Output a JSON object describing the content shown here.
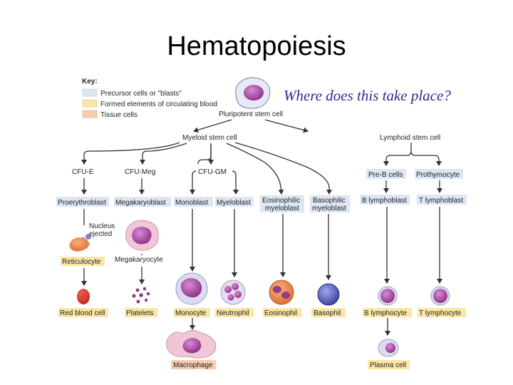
{
  "slide": {
    "title": "Hematopoiesis",
    "question": "Where does this take place?"
  },
  "key": {
    "heading": "Key:",
    "items": [
      {
        "label": "Precursor cells or \"blasts\"",
        "color": "#dde6f3"
      },
      {
        "label": "Formed elements of circulating blood",
        "color": "#fbe6a6"
      },
      {
        "label": "Tissue cells",
        "color": "#f7cdb0"
      }
    ]
  },
  "diagram": {
    "root": "Pluripotent stem cell",
    "myeloid_stem": "Myeloid stem cell",
    "lymphoid_stem": "Lymphoid stem cell",
    "cfu_e": "CFU-E",
    "cfu_meg": "CFU-Meg",
    "cfu_gm": "CFU-GM",
    "pre_b": "Pre-B cells",
    "prothymocyte": "Prothymocyte",
    "proerythroblast": "Proerythroblast",
    "megakaryoblast": "Megakaryoblast",
    "monoblast": "Monoblast",
    "myeloblast": "Myeloblast",
    "eosinophilic_myeloblast_1": "Eosinophilic",
    "eosinophilic_myeloblast_2": "myeloblast",
    "basophilic_myeloblast_1": "Basophilic",
    "basophilic_myeloblast_2": "myeloblast",
    "b_lymphoblast": "B lymphoblast",
    "t_lymphoblast": "T lymphoblast",
    "nucleus_ejected_1": "Nucleus",
    "nucleus_ejected_2": "ejected",
    "reticulocyte": "Reticulocyte",
    "megakaryocyte": "Megakaryocyte",
    "red_blood_cell": "Red blood cell",
    "platelets": "Platelets",
    "monocyte": "Monocyte",
    "neutrophil": "Neutrophil",
    "eosinophil": "Eosinophil",
    "basophil": "Basophil",
    "b_lymphocyte": "B lymphocyte",
    "t_lymphocyte": "T lymphocyte",
    "macrophage": "Macrophage",
    "plasma_cell": "Plasma cell"
  }
}
